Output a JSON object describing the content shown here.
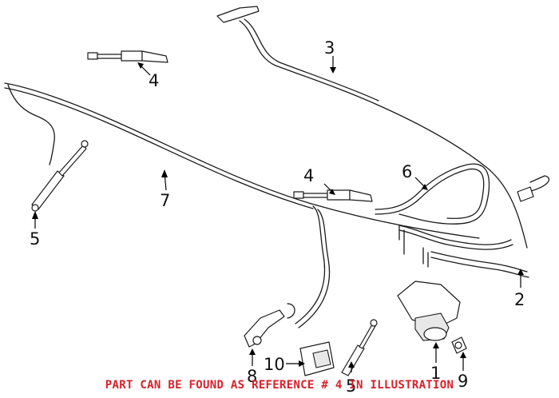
{
  "callouts": {
    "c1": "1",
    "c2": "2",
    "c3": "3",
    "c4a": "4",
    "c4b": "4",
    "c5a": "5",
    "c5b": "5",
    "c6": "6",
    "c7": "7",
    "c8": "8",
    "c9": "9",
    "c10": "10"
  },
  "footer": {
    "note": "PART CAN BE FOUND AS REFERENCE # 4 IN ILLUSTRATION",
    "color": "#d8202a"
  }
}
